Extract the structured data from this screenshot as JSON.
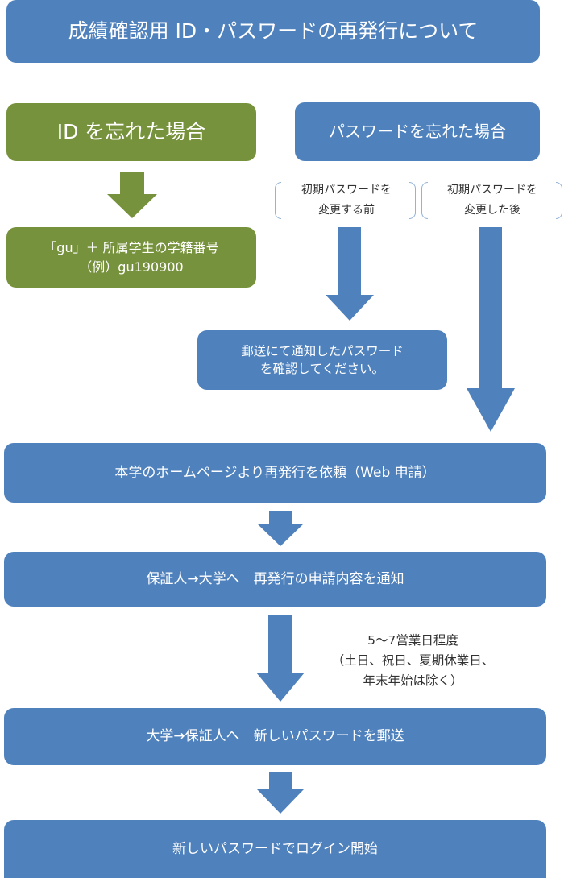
{
  "title": "成績確認用 ID・パスワードの再発行について",
  "id_branch": {
    "heading": "ID を忘れた場合",
    "result_lines": [
      "「gu」＋ 所属学生の学籍番号",
      "（例）gu190900"
    ]
  },
  "password_branch": {
    "heading": "パスワードを忘れた場合",
    "condition_before": [
      "初期パスワードを",
      "変更する前"
    ],
    "condition_after": [
      "初期パスワードを",
      "変更した後"
    ],
    "before_result_lines": [
      "郵送にて通知したパスワード",
      "を確認してください。"
    ]
  },
  "steps": [
    "本学のホームページより再発行を依頼（Web 申請）",
    "保証人→大学へ　再発行の申請内容を通知",
    "大学→保証人へ　新しいパスワードを郵送",
    "新しいパスワードでログイン開始"
  ],
  "timing_note": [
    "5～7営業日程度",
    "（土日、祝日、夏期休業日、",
    "年末年始は除く）"
  ],
  "colors": {
    "blue": "#4f81bd",
    "green": "#77923c",
    "bracket": "#95b3d7"
  }
}
